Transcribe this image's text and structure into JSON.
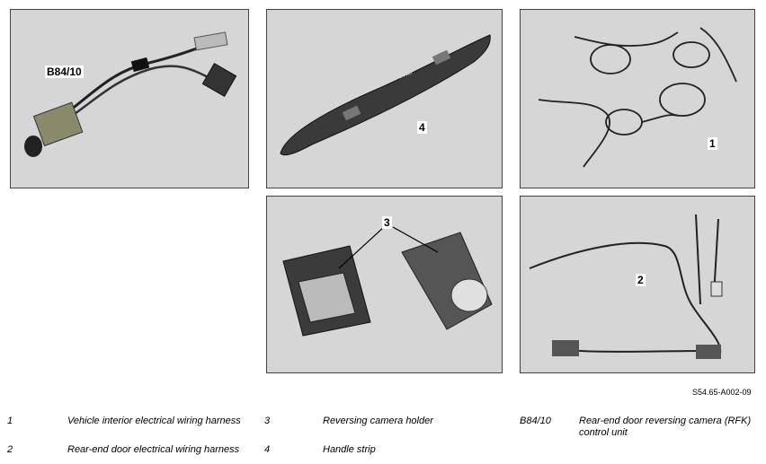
{
  "callouts": {
    "camera": "B84/10",
    "handle_strip": "4",
    "interior_harness": "1",
    "camera_holder": "3",
    "reardoor_harness": "2"
  },
  "handle_strip_brand": "Mercedes-Benz",
  "figure_id": "S54.65-A002-09",
  "legend": [
    {
      "number": "1",
      "text": "Vehicle interior electrical wiring harness"
    },
    {
      "number": "2",
      "text": "Rear-end door electrical wiring harness"
    },
    {
      "number": "3",
      "text": "Reversing camera holder"
    },
    {
      "number": "4",
      "text": "Handle strip"
    },
    {
      "number": "B84/10",
      "text": "Rear-end door reversing camera (RFK) control unit"
    }
  ]
}
